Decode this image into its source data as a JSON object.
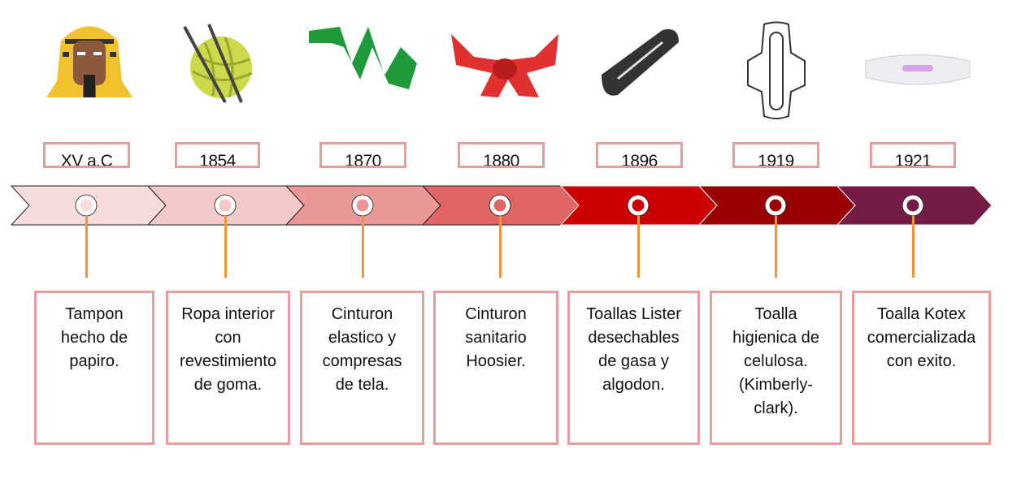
{
  "timeline": [
    {
      "year": "XV a.C",
      "description": "Tampon\nhecho de\npapiro.",
      "icon": "pharaoh-icon",
      "color": "#f7dcdc",
      "dot": "#f7dcdc"
    },
    {
      "year": "1854",
      "description": "Ropa interior\ncon\nrevestimiento\nde goma.",
      "icon": "yarn-ball-icon",
      "color": "#f3c9c9",
      "dot": "#f3c9c9"
    },
    {
      "year": "1870",
      "description": "Cinturon\nelastico y\ncompresas\nde tela.",
      "icon": "elastic-belt-icon",
      "color": "#e99797",
      "dot": "#e99797"
    },
    {
      "year": "1880",
      "description": "Cinturon\nsanitario\nHoosier.",
      "icon": "red-belt-icon",
      "color": "#e06666",
      "dot": "#e06666"
    },
    {
      "year": "1896",
      "description": "Toallas Lister\ndesechables\nde gasa y\nalgodon.",
      "icon": "dark-pad-icon",
      "color": "#cc0000",
      "dot": "#cc0000"
    },
    {
      "year": "1919",
      "description": "Toalla\nhigienica de\ncelulosa.\n(Kimberly-\nclark).",
      "icon": "pad-outline-icon",
      "color": "#990000",
      "dot": "#990000"
    },
    {
      "year": "1921",
      "description": "Toalla Kotex\ncomercializada\ncon exito.",
      "icon": "modern-pad-icon",
      "color": "#741b47",
      "dot": "#741b47"
    }
  ]
}
